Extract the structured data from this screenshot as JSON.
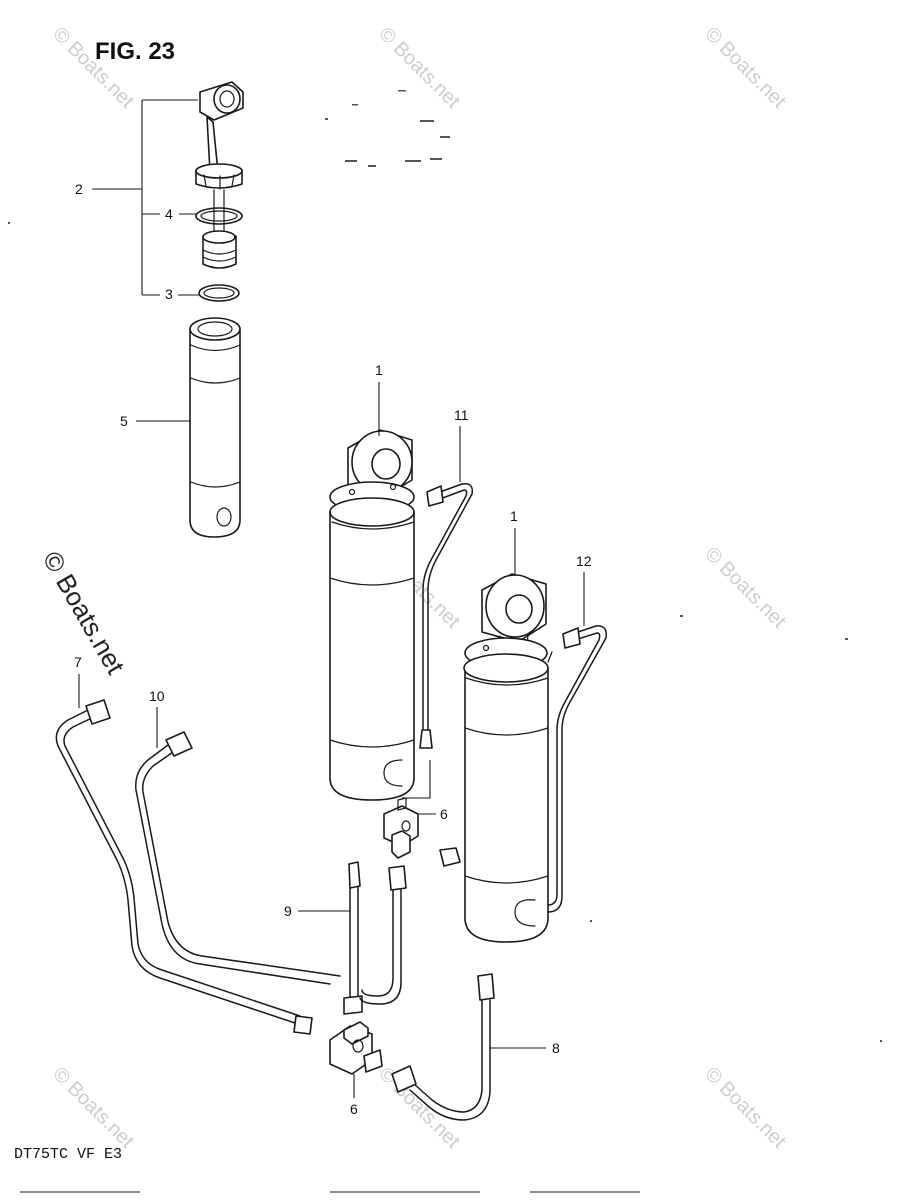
{
  "figure": {
    "title": "FIG. 23",
    "model_code": "DT75TC VF E3"
  },
  "watermark": {
    "text": "© Boats.net"
  },
  "callouts": {
    "c1a": "1",
    "c1b": "1",
    "c2": "2",
    "c3": "3",
    "c4": "4",
    "c5": "5",
    "c6a": "6",
    "c6b": "6",
    "c7": "7",
    "c8": "8",
    "c9": "9",
    "c10": "10",
    "c11": "11",
    "c12": "12"
  },
  "parts": [
    "rod-assembly",
    "o-ring-upper",
    "o-ring-lower",
    "cylinder-sleeve",
    "trim-cylinder-left",
    "trim-cylinder-right",
    "tee-joint-upper",
    "tee-joint-lower",
    "pipe-7",
    "pipe-8",
    "pipe-9",
    "pipe-10",
    "pipe-11",
    "pipe-12"
  ]
}
